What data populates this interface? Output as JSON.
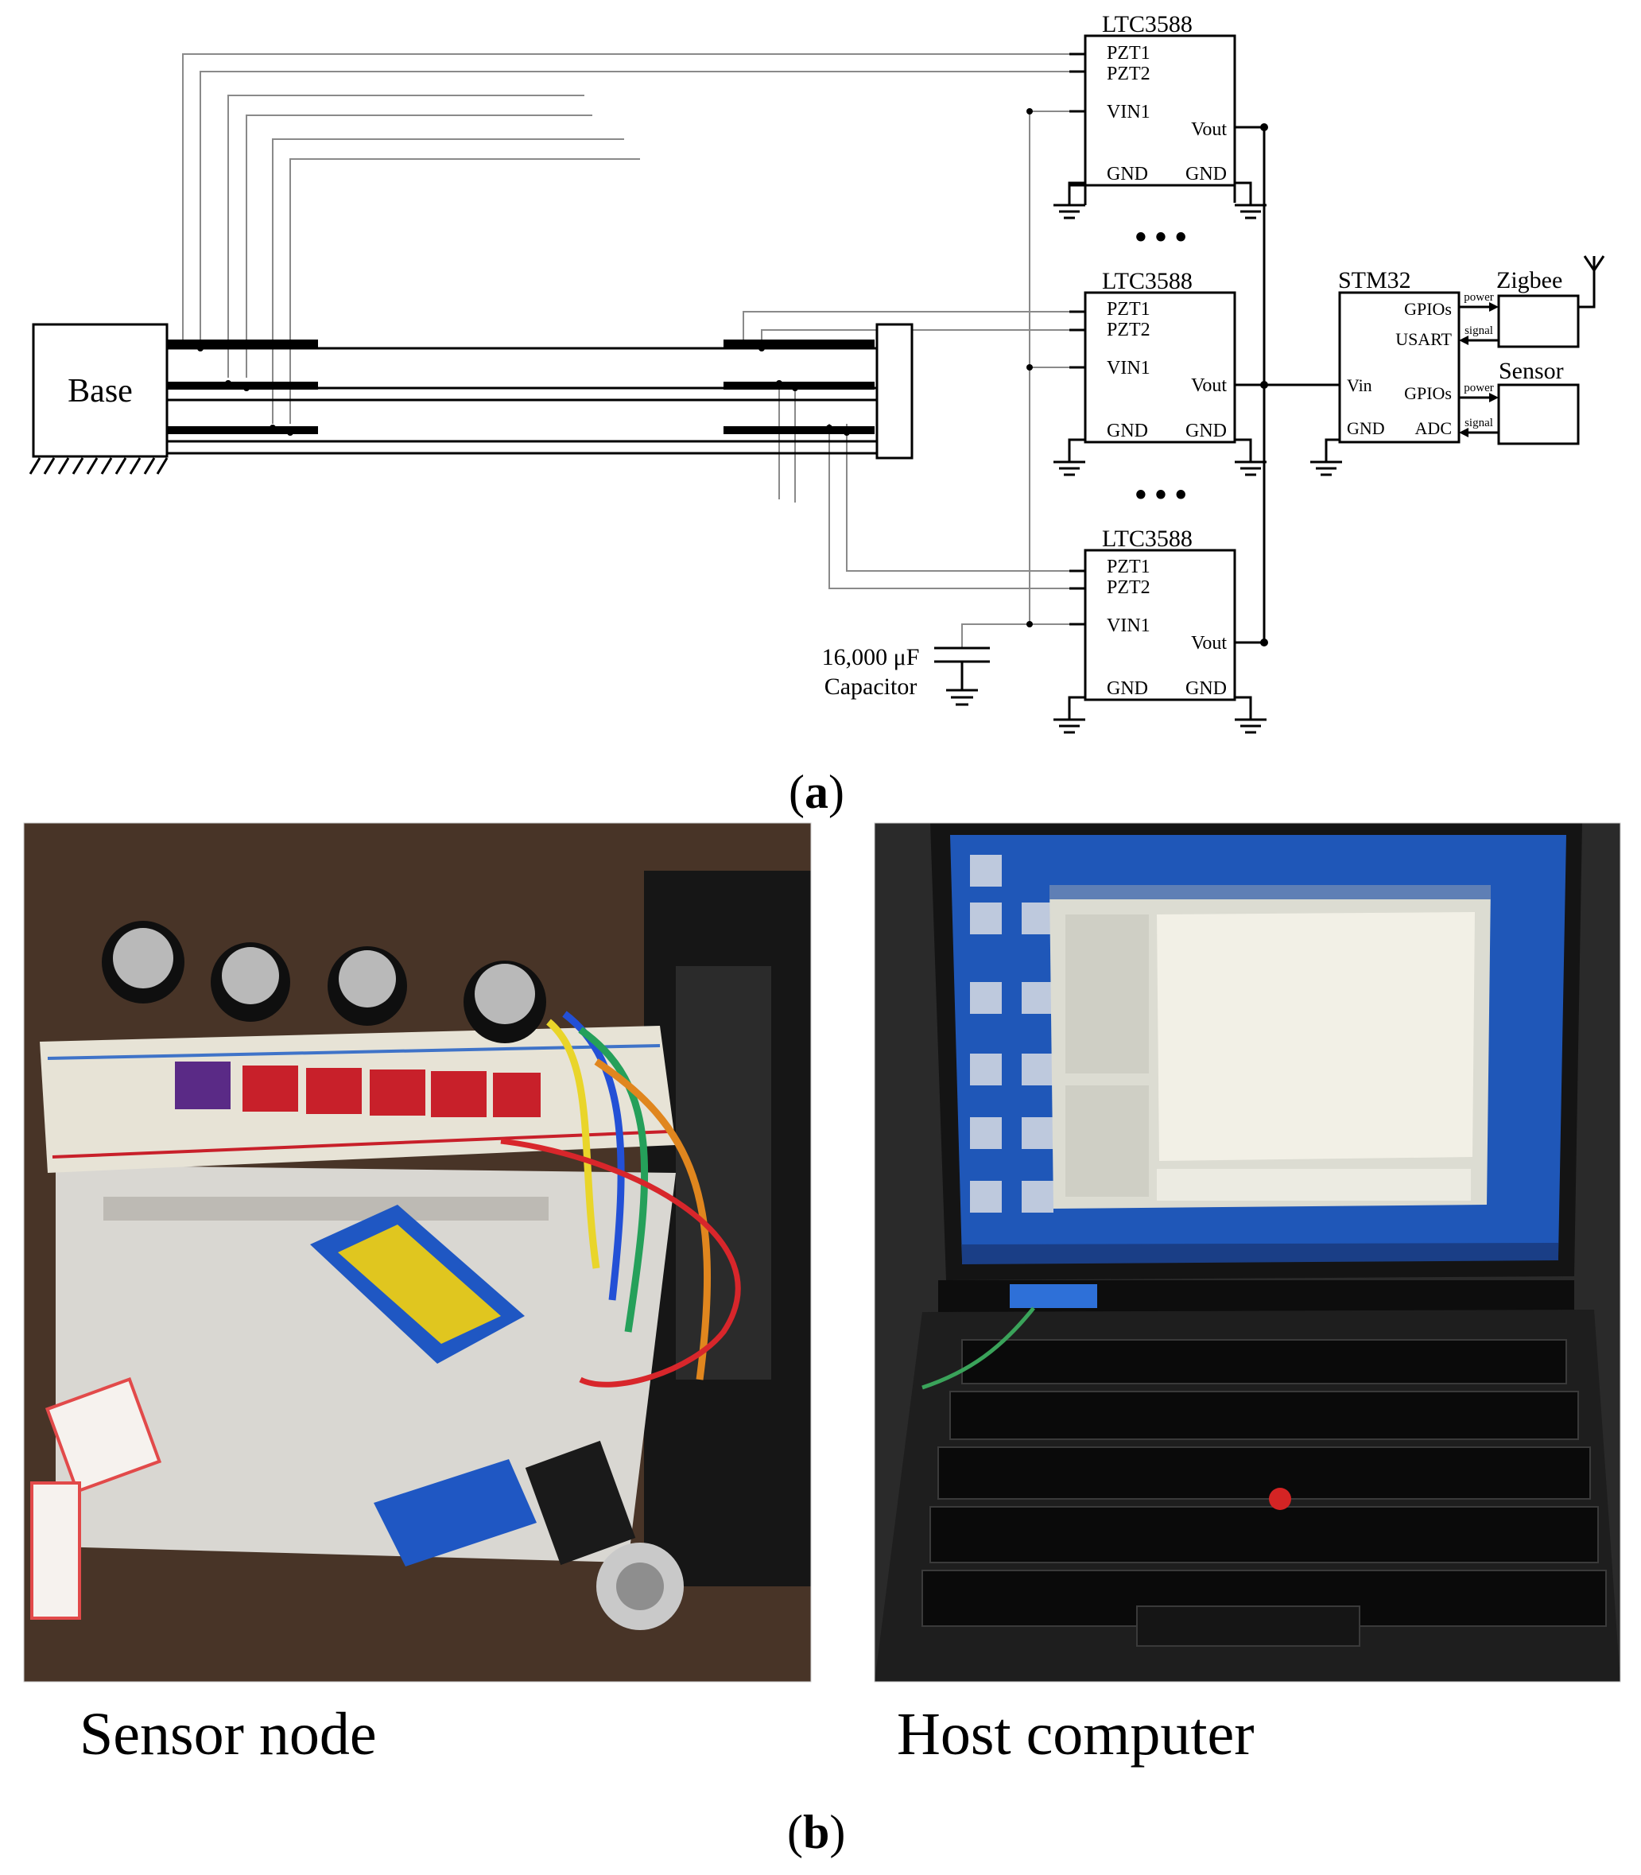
{
  "panel_a": {
    "label": "a",
    "base_label": "Base",
    "ltc_label": "LTC3588",
    "ltc_pins": {
      "pzt1": "PZT1",
      "pzt2": "PZT2",
      "vin1": "VIN1",
      "vout": "Vout",
      "gnd_left": "GND",
      "gnd_right": "GND"
    },
    "ellipsis": "• • •",
    "stm32": {
      "label": "STM32",
      "gpios_top": "GPIOs",
      "usart": "USART",
      "vin": "Vin",
      "gpios_bottom": "GPIOs",
      "adc": "ADC",
      "gnd": "GND"
    },
    "zigbee_label": "Zigbee",
    "sensor_label": "Sensor",
    "link_power": "power",
    "link_signal": "signal",
    "capacitor": {
      "value": "16,000 μF",
      "name": "Capacitor"
    }
  },
  "panel_b": {
    "label": "b",
    "left_caption": "Sensor node",
    "right_caption": "Host computer"
  },
  "colors": {
    "wire": "#000000",
    "lead_wire": "#8a8a8a",
    "desk": "#4a3528",
    "breadboard": "#e7e3d6",
    "module_red": "#c8202a",
    "board_blue": "#1f57c3",
    "laptop": "#1e1e1e",
    "screen_desktop": "#1f57b8",
    "window": "#dcdcd2"
  }
}
